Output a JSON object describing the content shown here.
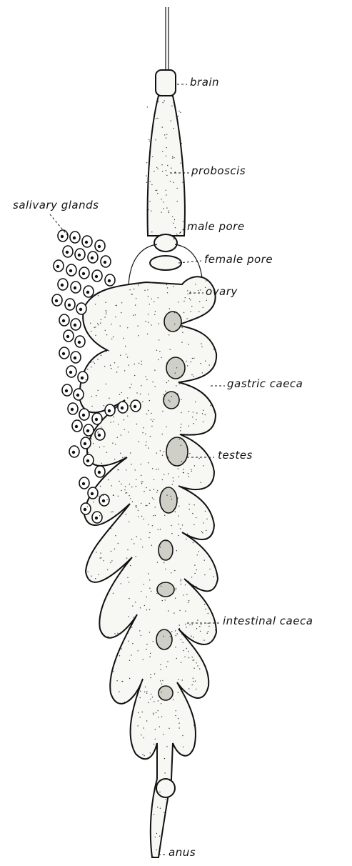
{
  "labels": {
    "brain": "brain",
    "proboscis": "proboscis",
    "salivary_glands": "salivary glands",
    "male_pore": "male pore",
    "female_pore": "female pore",
    "ovary": "ovary",
    "gastric_caeca": "gastric caeca",
    "testes": "testes",
    "intestinal_caeca": "intestinal caeca",
    "anus": "anus"
  },
  "colors": {
    "ink": "#111111",
    "tissue": "#f7f7f4",
    "gonad": "#cfcfc8"
  }
}
